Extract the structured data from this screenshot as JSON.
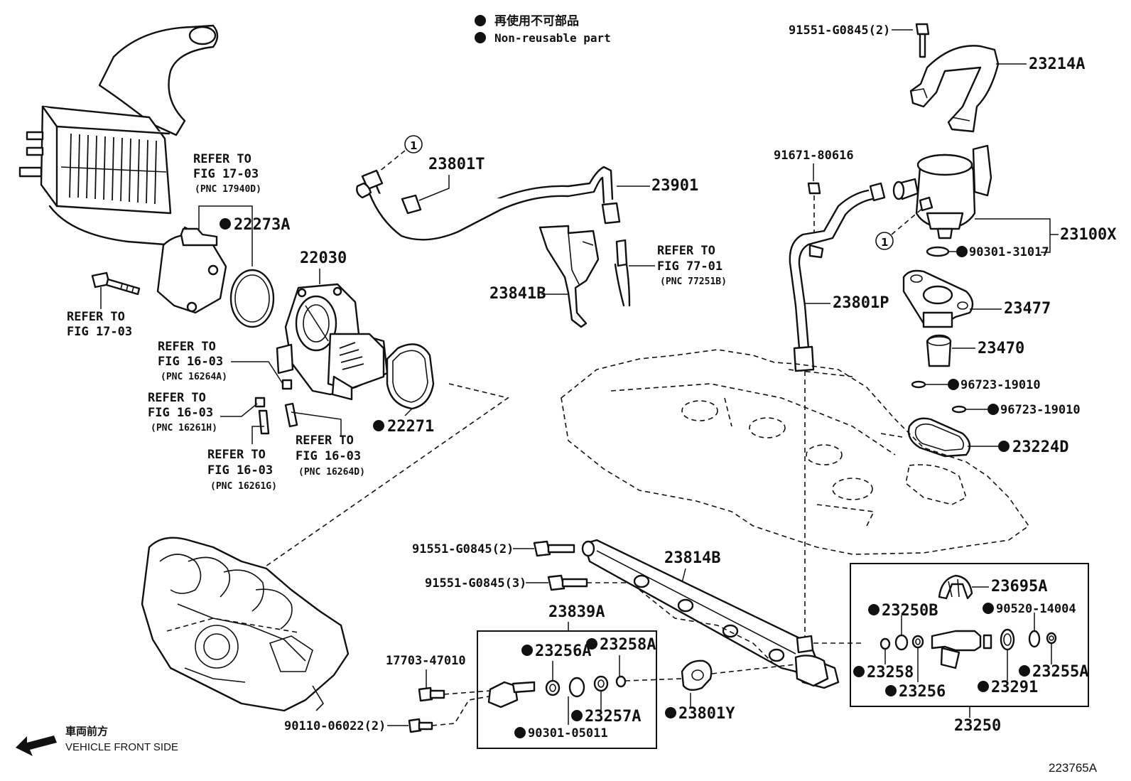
{
  "legend": {
    "label_ja": "再使用不可部品",
    "label_en": "Non-reusable part"
  },
  "direction": {
    "label_ja": "車両前方",
    "label_en": "VEHICLE FRONT SIDE"
  },
  "figure_id": "223765A",
  "circle_marker": "1",
  "parts": {
    "p91551_a": "91551-G0845(2)",
    "p23214A": "23214A",
    "p91671": "91671-80616",
    "p23100X": "23100X",
    "p90301_31017": "90301-31017",
    "p23477": "23477",
    "p23470": "23470",
    "p96723_a": "96723-19010",
    "p96723_b": "96723-19010",
    "p23224D": "23224D",
    "p23801T": "23801T",
    "p23901": "23901",
    "p23841B": "23841B",
    "p23801P": "23801P",
    "p22273A": "22273A",
    "p22030": "22030",
    "p22271": "22271",
    "p91551_b": "91551-G0845(2)",
    "p91551_c": "91551-G0845(3)",
    "p23814B": "23814B",
    "p23839A": "23839A",
    "p17703": "17703-47010",
    "p23256A": "23256A",
    "p23258A": "23258A",
    "p23257A": "23257A",
    "p90301_05011": "90301-05011",
    "p90110": "90110-06022(2)",
    "p23801Y": "23801Y",
    "p23695A": "23695A",
    "p23250B": "23250B",
    "p90520": "90520-14004",
    "p23258": "23258",
    "p23256": "23256",
    "p23291": "23291",
    "p23255A": "23255A",
    "p23250": "23250"
  },
  "refs": {
    "r1": {
      "line1": "REFER TO",
      "line2": "FIG 17-03",
      "line3": "(PNC 17940D)"
    },
    "r2": {
      "line1": "REFER TO",
      "line2": "FIG 17-03"
    },
    "r3": {
      "line1": "REFER TO",
      "line2": "FIG 16-03",
      "line3": "(PNC 16264A)"
    },
    "r4": {
      "line1": "REFER TO",
      "line2": "FIG 16-03",
      "line3": "(PNC 16261H)"
    },
    "r5": {
      "line1": "REFER TO",
      "line2": "FIG 16-03",
      "line3": "(PNC 16261G)"
    },
    "r6": {
      "line1": "REFER TO",
      "line2": "FIG 16-03",
      "line3": "(PNC 16264D)"
    },
    "r7": {
      "line1": "REFER TO",
      "line2": "FIG 77-01",
      "line3": "(PNC 77251B)"
    }
  }
}
